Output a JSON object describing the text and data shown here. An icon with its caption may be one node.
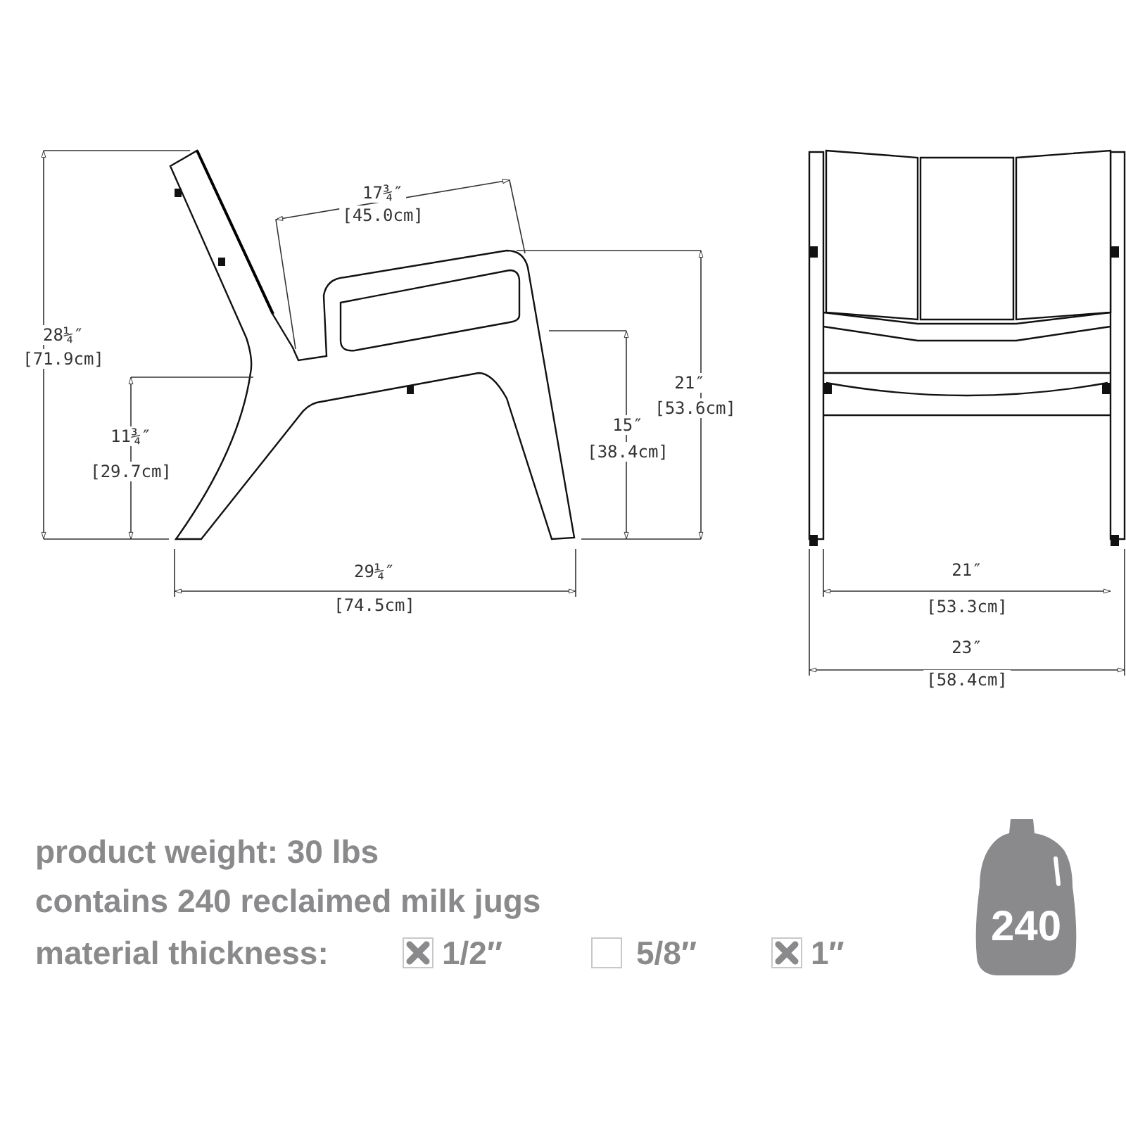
{
  "diagram": {
    "nodes": [
      {
        "text": [
          "240"
        ]
      },
      {
        "text": [],
        "shape": "box",
        "beside": [
          "1/2″"
        ]
      },
      {
        "text": [],
        "shape": "box",
        "beside": [
          "5/8″"
        ]
      },
      {
        "text": [],
        "shape": "box",
        "beside": [
          "1″"
        ]
      }
    ],
    "labels": [
      "17¾″",
      "[45.0cm]",
      "28¼″",
      "[71.9cm]",
      "21″",
      "[53.6cm]",
      "11¾″",
      "[29.7cm]",
      "15″",
      "[38.4cm]",
      "29¼″",
      "[74.5cm]",
      "21″",
      "[53.3cm]",
      "23″",
      "[58.4cm]",
      "product weight: 30 lbs",
      "contains 240 reclaimed milk jugs",
      "material thickness:"
    ]
  }
}
